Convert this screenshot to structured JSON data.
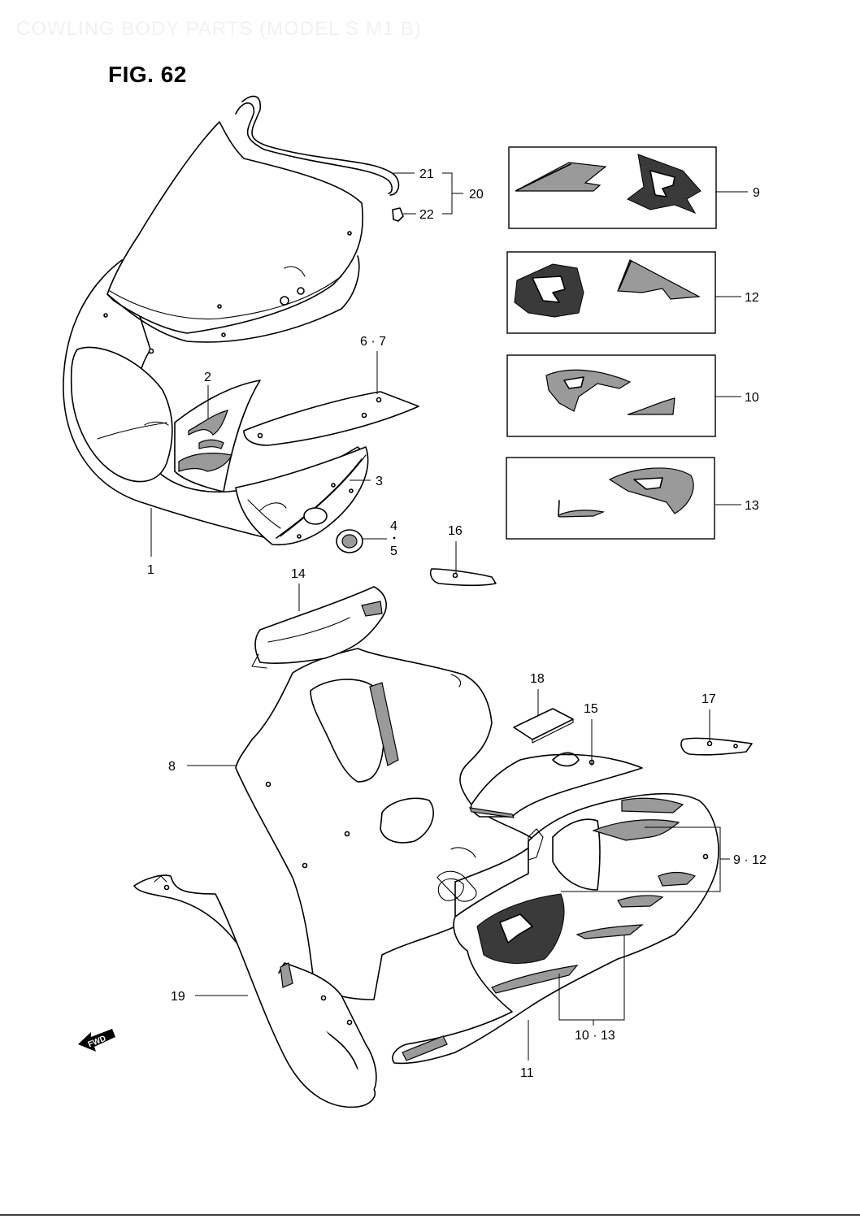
{
  "header": {
    "title": "COWLING BODY PARTS (MODEL S M1 B)"
  },
  "figure": {
    "label": "FIG. 62",
    "fwd_badge": "FWD"
  },
  "callouts": {
    "c1": "1",
    "c2": "2",
    "c3": "3",
    "c4": "4",
    "c5": "5",
    "c67": "6 · 7",
    "c8": "8",
    "c9": "9",
    "c912": "9 · 12",
    "c10": "10",
    "c1013": "10 · 13",
    "c11": "11",
    "c12": "12",
    "c13": "13",
    "c14": "14",
    "c15": "15",
    "c16": "16",
    "c17": "17",
    "c18": "18",
    "c19": "19",
    "c20": "20",
    "c21": "21",
    "c22": "22"
  }
}
